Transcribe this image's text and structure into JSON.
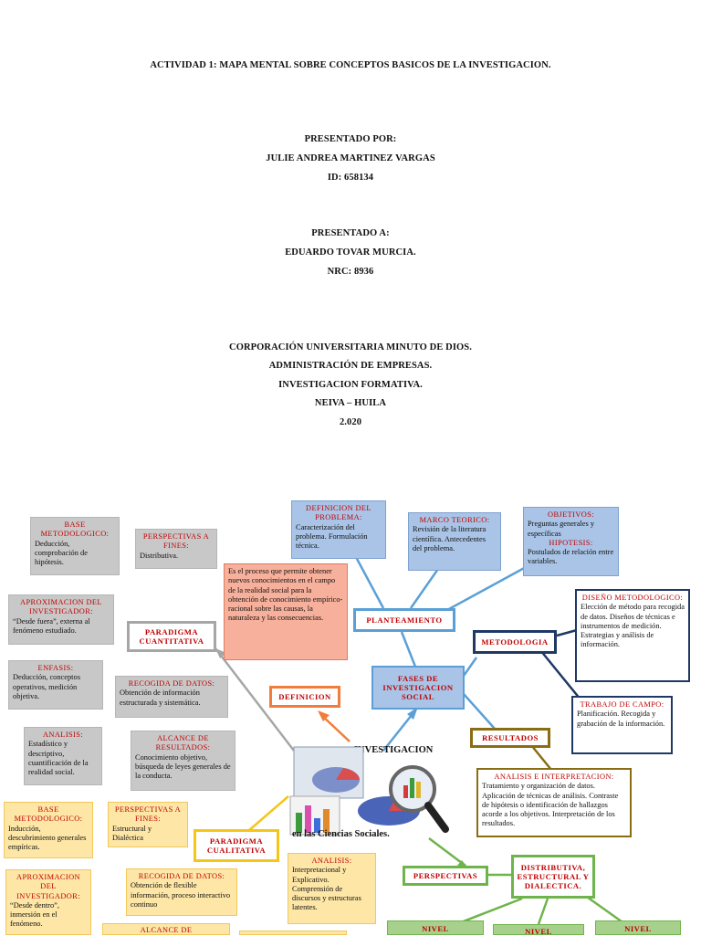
{
  "header": {
    "title": "ACTIVIDAD 1: MAPA MENTAL SOBRE CONCEPTOS BASICOS DE LA INVESTIGACION.",
    "presented_by_label": "PRESENTADO POR:",
    "author": "JULIE ANDREA MARTINEZ VARGAS",
    "id": "ID: 658134",
    "presented_to_label": "PRESENTADO A:",
    "teacher": "EDUARDO TOVAR MURCIA.",
    "nrc": "NRC: 8936",
    "university": "CORPORACIÓN UNIVERSITARIA MINUTO DE DIOS.",
    "program": "ADMINISTRACIÓN DE EMPRESAS.",
    "course": "INVESTIGACION FORMATIVA.",
    "city": "NEIVA – HUILA",
    "year": "2.020"
  },
  "image": {
    "title_top": "INVESTIGACION",
    "title_bottom": "en las Ciencias Sociales."
  },
  "nodes": {
    "paradigma_cuantitativa": "PARADIGMA CUANTITATIVA",
    "definicion": "DEFINICION",
    "planteamiento": "PLANTEAMIENTO",
    "fases": "FASES DE INVESTIGACION SOCIAL",
    "metodologia": "METODOLOGIA",
    "resultados": "RESULTADOS",
    "paradigma_cualitativa": "PARADIGMA CUALITATIVA",
    "perspectivas": "PERSPECTIVAS",
    "distributiva": "DISTRIBUTIVA, ESTRUCTURAL Y DIALECTICA.",
    "nivel_1": "NIVEL",
    "nivel_2": "NIVEL",
    "nivel_3": "NIVEL"
  },
  "boxes": {
    "base_met_1": {
      "title": "BASE METODOLOGICO:",
      "body": "Deducción, comprobación de hipótesis."
    },
    "persp_fines_1": {
      "title": "PERSPECTIVAS A FINES:",
      "body": "Distributiva."
    },
    "aprox_1": {
      "title": "APROXIMACION DEL INVESTIGADOR:",
      "body": "“Desde fuera”, externa al fenómeno estudiado."
    },
    "enfasis": {
      "title": "ENFASIS:",
      "body": "Deducción, conceptos operativos, medición objetiva."
    },
    "recogida_1": {
      "title": "RECOGIDA DE DATOS:",
      "body": "Obtención de información estructurada y sistemática."
    },
    "analisis_1": {
      "title": "ANALISIS:",
      "body": "Estadístico y descriptivo, cuantificación de la realidad social."
    },
    "alcance_1": {
      "title": "ALCANCE DE RESULTADOS:",
      "body": "Conocimiento objetivo, búsqueda de leyes generales de la conducta."
    },
    "definicion_text": {
      "body": "Es el proceso que permite obtener nuevos conocimientos en el campo de la realidad social para la obtención de conocimiento empírico-racional sobre las causas, la naturaleza y las consecuencias."
    },
    "def_problema": {
      "title": "DEFINICION DEL PROBLEMA:",
      "body": "Caracterización del problema. Formulación técnica."
    },
    "marco": {
      "title": "MARCO TEORICO:",
      "body": "Revisión de la literatura científica. Antecedentes del problema."
    },
    "objetivos": {
      "title": "OBJETIVOS:",
      "body": "Preguntas generales y específicas",
      "title2": "HIPOTESIS:",
      "body2": "Postulados de relación entre variables."
    },
    "diseno": {
      "title": "DISEÑO METODOLOGICO:",
      "body": "Elección de método para recogida de datos. Diseños de técnicas e instrumentos de medición. Estrategias y análisis de información."
    },
    "trabajo": {
      "title": "TRABAJO DE CAMPO:",
      "body": "Planificación. Recogida y grabación de la información."
    },
    "analisis_interp": {
      "title": "ANALISIS E INTERPRETACION:",
      "body": "Tratamiento y organización de datos. Aplicación de técnicas de análisis. Contraste de hipótesis o identificación de hallazgos acorde a los objetivos. Interpretación de los resultados."
    },
    "base_met_2": {
      "title": "BASE METODOLOGICO:",
      "body": "Inducción, descubrimiento generales empíricas."
    },
    "persp_fines_2": {
      "title": "PERSPECTIVAS A FINES:",
      "body": "Estructural y Dialéctica"
    },
    "aprox_2": {
      "title": "APROXIMACION DEL INVESTIGADOR:",
      "body": "“Desde dentro”, inmersión en el fenómeno."
    },
    "recogida_2": {
      "title": "RECOGIDA DE DATOS:",
      "body": "Obtención de flexible información, proceso interactivo continuo"
    },
    "analisis_2": {
      "title": "ANALISIS:",
      "body": "Interpretacional y Explicativo. Comprensión de discursos y estructuras latentes."
    },
    "alcance_2": {
      "title": "ALCANCE DE",
      "body": ""
    }
  },
  "colors": {
    "title_red": "#c00000",
    "gray_box": "#c8c8c8",
    "blue_box": "#a9c4e6",
    "yellow_box": "#fde6a6",
    "peach_box": "#f6b09b",
    "link_blue": "#5aa0d6",
    "link_orange": "#f07d3a",
    "link_navy": "#1f3864",
    "link_green": "#6fb44a",
    "link_olive": "#8a6d12",
    "link_gray": "#a6a6a6",
    "link_yellow": "#f5c518"
  }
}
